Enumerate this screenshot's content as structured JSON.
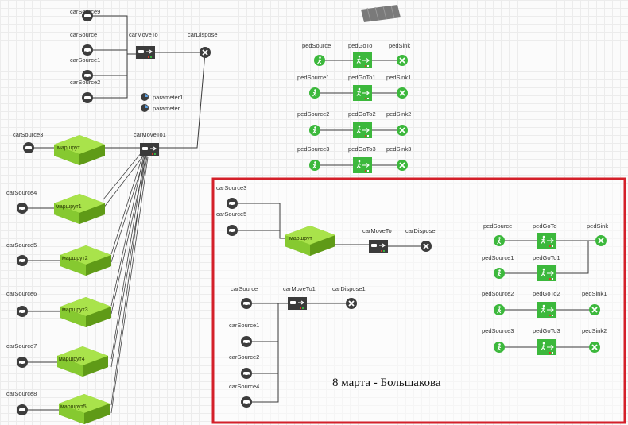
{
  "colors": {
    "green": "#3cb83c",
    "green_dark": "#1f8a1f",
    "hex_top": "#a9e34b",
    "hex_side": "#6fae1f",
    "dark_block": "#3b3b3b",
    "red_frame": "#d4202a",
    "wire": "#3a3a3a"
  },
  "top_left": {
    "car_sources": [
      "carSource9",
      "carSource",
      "carSource1",
      "carSource2"
    ],
    "move_to": "carMoveTo",
    "dispose": "carDispose",
    "params": [
      "parameter1",
      "parameter"
    ],
    "move_to_1": "carMoveTo1",
    "routes": [
      {
        "source": "carSource3",
        "hex": "маршрут"
      },
      {
        "source": "carSource4",
        "hex": "маршрут1"
      },
      {
        "source": "carSource5",
        "hex": "маршрут2"
      },
      {
        "source": "carSource6",
        "hex": "маршрут3"
      },
      {
        "source": "carSource7",
        "hex": "маршрут4"
      },
      {
        "source": "carSource8",
        "hex": "маршрут5"
      }
    ]
  },
  "top_right": {
    "headers": [
      "pedSource",
      "pedGoTo",
      "pedSink"
    ],
    "rows": [
      {
        "source": "pedSource1",
        "goto": "pedGoTo1",
        "sink": "pedSink1"
      },
      {
        "source": "pedSource2",
        "goto": "pedGoTo2",
        "sink": "pedSink2"
      },
      {
        "source": "pedSource3",
        "goto": "pedGoTo3",
        "sink": "pedSink3"
      }
    ]
  },
  "framed": {
    "sources_top": [
      "carSource3",
      "carSource5"
    ],
    "hex": "маршрут",
    "move_to": "carMoveTo",
    "dispose": "carDispose",
    "source_main": "carSource",
    "move_to_1": "carMoveTo1",
    "dispose_1": "carDispose1",
    "sources_bottom": [
      "carSource1",
      "carSource2",
      "carSource4"
    ],
    "ped": [
      {
        "source": "pedSource",
        "goto": "pedGoTo",
        "sink": "pedSink"
      },
      {
        "source": "pedSource1",
        "goto": "pedGoTo1",
        "sink": ""
      },
      {
        "source": "pedSource2",
        "goto": "pedGoTo2",
        "sink": "pedSink1"
      },
      {
        "source": "pedSource3",
        "goto": "pedGoTo3",
        "sink": "pedSink2"
      }
    ],
    "caption": "8 марта - Большакова"
  }
}
